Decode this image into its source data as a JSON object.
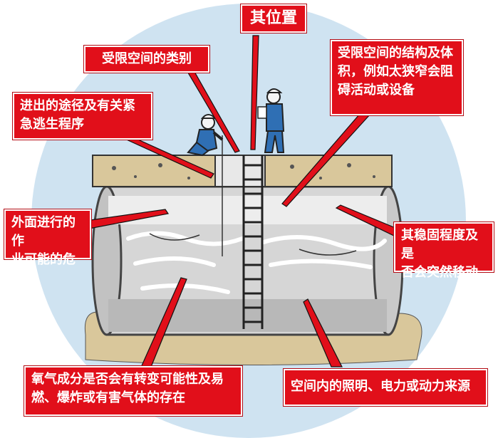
{
  "colors": {
    "label_bg": "#e10f1a",
    "label_text": "#ffffff",
    "sky_circle": "#cfe3f1",
    "soil": "#d9c79b",
    "tank": "#d7d7d7"
  },
  "labels": {
    "position": "其位置",
    "category": "受限空间的类别",
    "structure": "受限空间的结构及体积，例如太狭窄会阻碍活动或设备",
    "access": "进出的途径及有关紧急逃生程序",
    "outside_work": "外面进行的作业可能的危险",
    "stability": "其稳固程度及是否会突然移动",
    "atmosphere": "氧气成分是否会有转变可能性及易燃、爆炸或有害气体的存在",
    "lighting": "空间内的照明、电力或动力来源"
  },
  "label_lines": {
    "structure": [
      "受限空间的结构及体",
      "积，例如太狭窄会阻",
      "碍活动或设备"
    ],
    "access": [
      "进出的途径及有关紧",
      "急逃生程序"
    ],
    "outside_work": [
      "外面进行的作",
      "业可能的危险"
    ],
    "stability": [
      "其稳固程度及是",
      "否会突然移动"
    ],
    "atmosphere": [
      "氧气成分是否会有转变可能性及易",
      "燃、爆炸或有害气体的存在"
    ]
  }
}
